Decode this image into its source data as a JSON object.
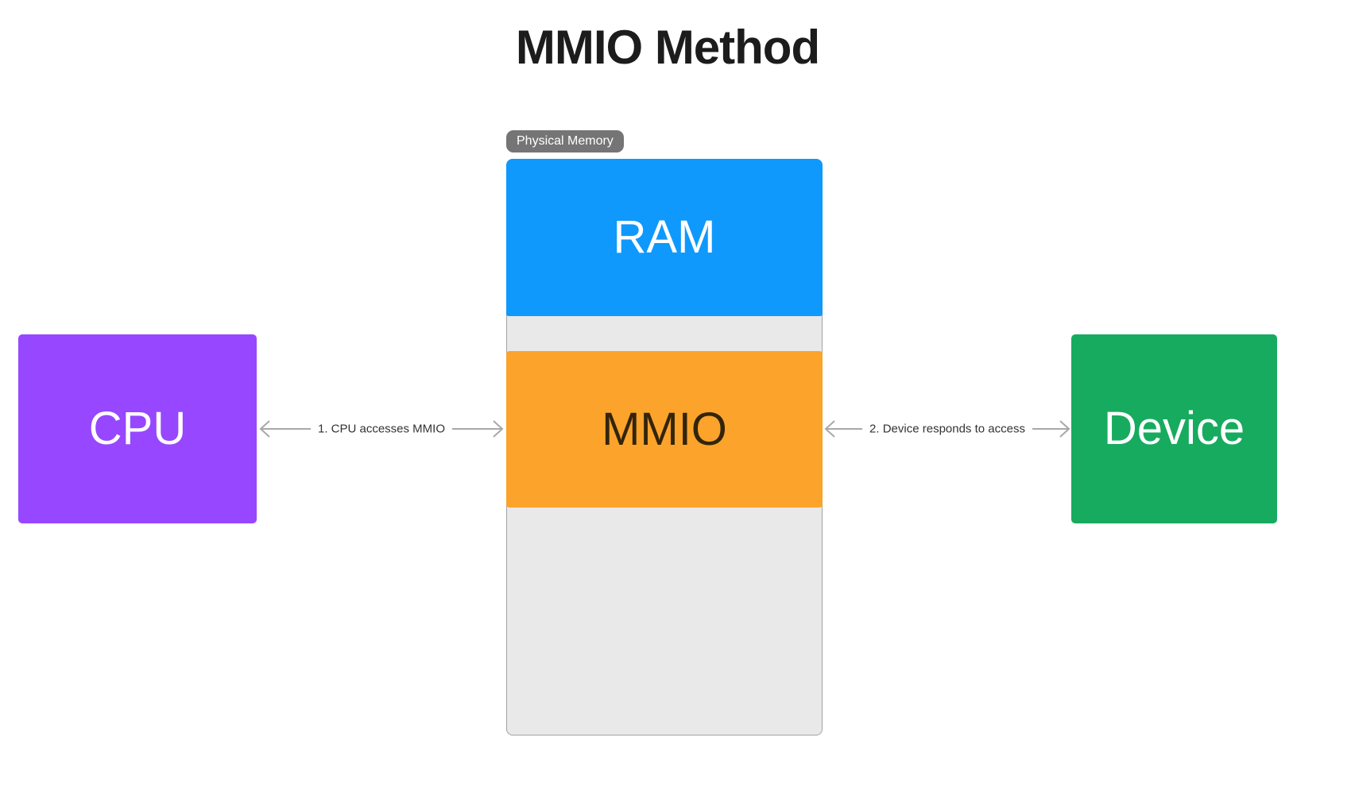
{
  "title": "MMIO Method",
  "memory": {
    "badge": "Physical Memory",
    "blocks": [
      {
        "id": "ram",
        "label": "RAM"
      },
      {
        "id": "mmio",
        "label": "MMIO"
      }
    ]
  },
  "nodes": {
    "cpu": {
      "label": "CPU"
    },
    "device": {
      "label": "Device"
    }
  },
  "connectors": [
    {
      "label": "1. CPU accesses MMIO"
    },
    {
      "label": "2. Device responds to access"
    }
  ],
  "colors": {
    "title_text": "#1c1c1c",
    "badge_fill": "#757575",
    "badge_text": "#ffffff",
    "memory_container_fill": "#e9e9e9",
    "memory_container_border": "#a3a3a3",
    "ram_fill": "#0f99fd",
    "ram_text": "#ffffff",
    "mmio_fill": "#fca32b",
    "mmio_text": "#33250b",
    "cpu_fill": "#9747ff",
    "cpu_text": "#ffffff",
    "device_fill": "#16ab5e",
    "device_text": "#ffffff",
    "arrow": "#a8a8a8",
    "arrow_label_text": "#333333"
  }
}
